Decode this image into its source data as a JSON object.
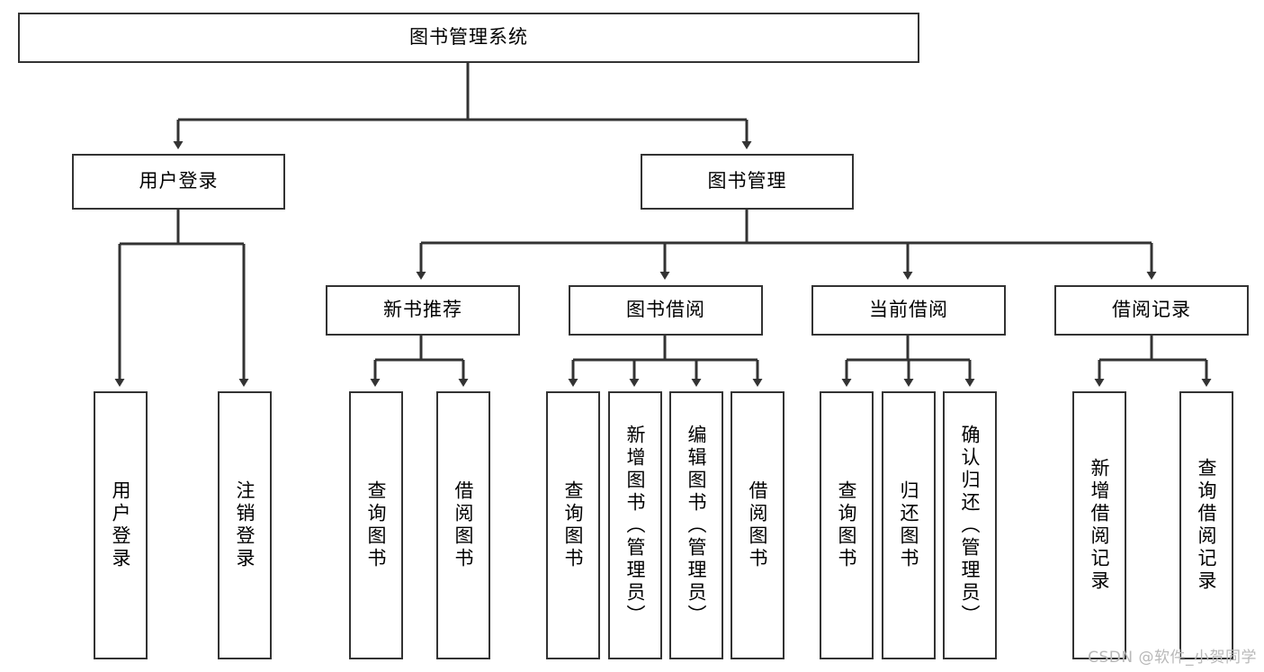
{
  "diagram": {
    "title": "图书管理系统",
    "watermark": "CSDN @软件_小贺同学",
    "colors": {
      "box_border": "#333333",
      "box_fill": "#ffffff",
      "edge": "#333333",
      "background": "#ffffff",
      "watermark": "#b8b8b8"
    },
    "root": {
      "label": "图书管理系统"
    },
    "level1": [
      {
        "label": "用户登录"
      },
      {
        "label": "图书管理"
      }
    ],
    "level2": [
      {
        "label": "新书推荐"
      },
      {
        "label": "图书借阅"
      },
      {
        "label": "当前借阅"
      },
      {
        "label": "借阅记录"
      }
    ],
    "leaves": {
      "user_login": [
        {
          "label": "用户登录"
        },
        {
          "label": "注销登录"
        }
      ],
      "new_book_recommend": [
        {
          "label": "查询图书"
        },
        {
          "label": "借阅图书"
        }
      ],
      "book_borrow": [
        {
          "label": "查询图书"
        },
        {
          "label": "新增图书（管理员）"
        },
        {
          "label": "编辑图书（管理员）"
        },
        {
          "label": "借阅图书"
        }
      ],
      "current_borrow": [
        {
          "label": "查询图书"
        },
        {
          "label": "归还图书"
        },
        {
          "label": "确认归还（管理员）"
        }
      ],
      "borrow_record": [
        {
          "label": "新增借阅记录"
        },
        {
          "label": "查询借阅记录"
        }
      ]
    }
  }
}
